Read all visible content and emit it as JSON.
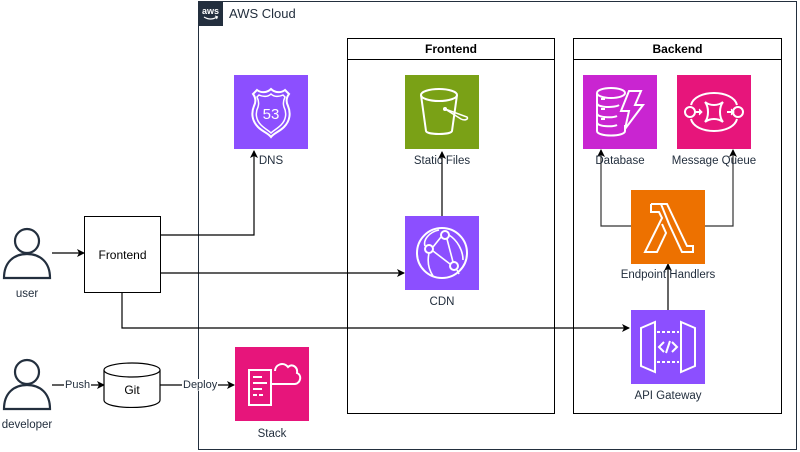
{
  "cloud": {
    "title": "AWS Cloud",
    "logo": "aws-logo"
  },
  "groups": {
    "frontend": {
      "title": "Frontend"
    },
    "backend": {
      "title": "Backend"
    }
  },
  "nodes": {
    "dns": {
      "label": "DNS",
      "icon": "route53-icon",
      "color": "#8c4fff"
    },
    "static_files": {
      "label": "Static Files",
      "icon": "s3-bucket-icon",
      "color": "#7aa116"
    },
    "cdn": {
      "label": "CDN",
      "icon": "cloudfront-icon",
      "color": "#8c4fff"
    },
    "stack": {
      "label": "Stack",
      "icon": "cloudformation-icon",
      "color": "#e7157b"
    },
    "database": {
      "label": "Database",
      "icon": "dynamodb-icon",
      "color": "#c925d1"
    },
    "message_queue": {
      "label": "Message Queue",
      "icon": "sqs-icon",
      "color": "#e7157b"
    },
    "endpoint_handlers": {
      "label": "Endpoint Handlers",
      "icon": "lambda-icon",
      "color": "#ed7100"
    },
    "api_gateway": {
      "label": "API Gateway",
      "icon": "api-gateway-icon",
      "color": "#8c4fff"
    },
    "frontend_client": {
      "label": "Frontend"
    },
    "git": {
      "label": "Git"
    },
    "user": {
      "label": "user"
    },
    "developer": {
      "label": "developer"
    }
  },
  "edges": {
    "push": "Push",
    "deploy": "Deploy"
  },
  "route53_text": "53"
}
